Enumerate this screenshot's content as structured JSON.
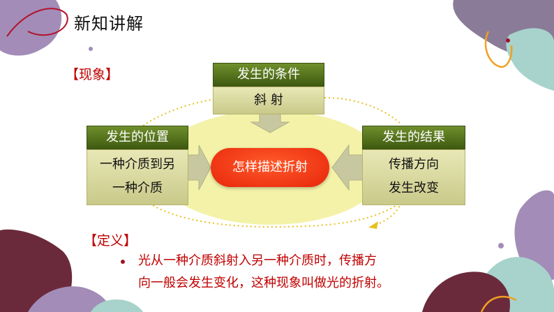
{
  "title": "新知讲解",
  "phenomenon_label": "【现象】",
  "definition_label": "【定义】",
  "top_box": {
    "header": "发生的条件",
    "body": "斜 射"
  },
  "left_box": {
    "header": "发生的位置",
    "line1": "一种介质到另",
    "line2": "一种介质"
  },
  "right_box": {
    "header": "发生的结果",
    "line1": "传播方向",
    "line2": "发生改变"
  },
  "center": "怎样描述折射",
  "definition": {
    "line1": "光从一种介质斜射入另一种介质时，传播方",
    "line2": "向一般会发生变化，这种现象叫做光的折射。"
  },
  "colors": {
    "header_green": "#4f6b1a",
    "body_khaki": "#d8d8a0",
    "center_red": "#f03a12",
    "label_red": "#c00000",
    "ellipse_yellow": "#f3f2a8"
  }
}
